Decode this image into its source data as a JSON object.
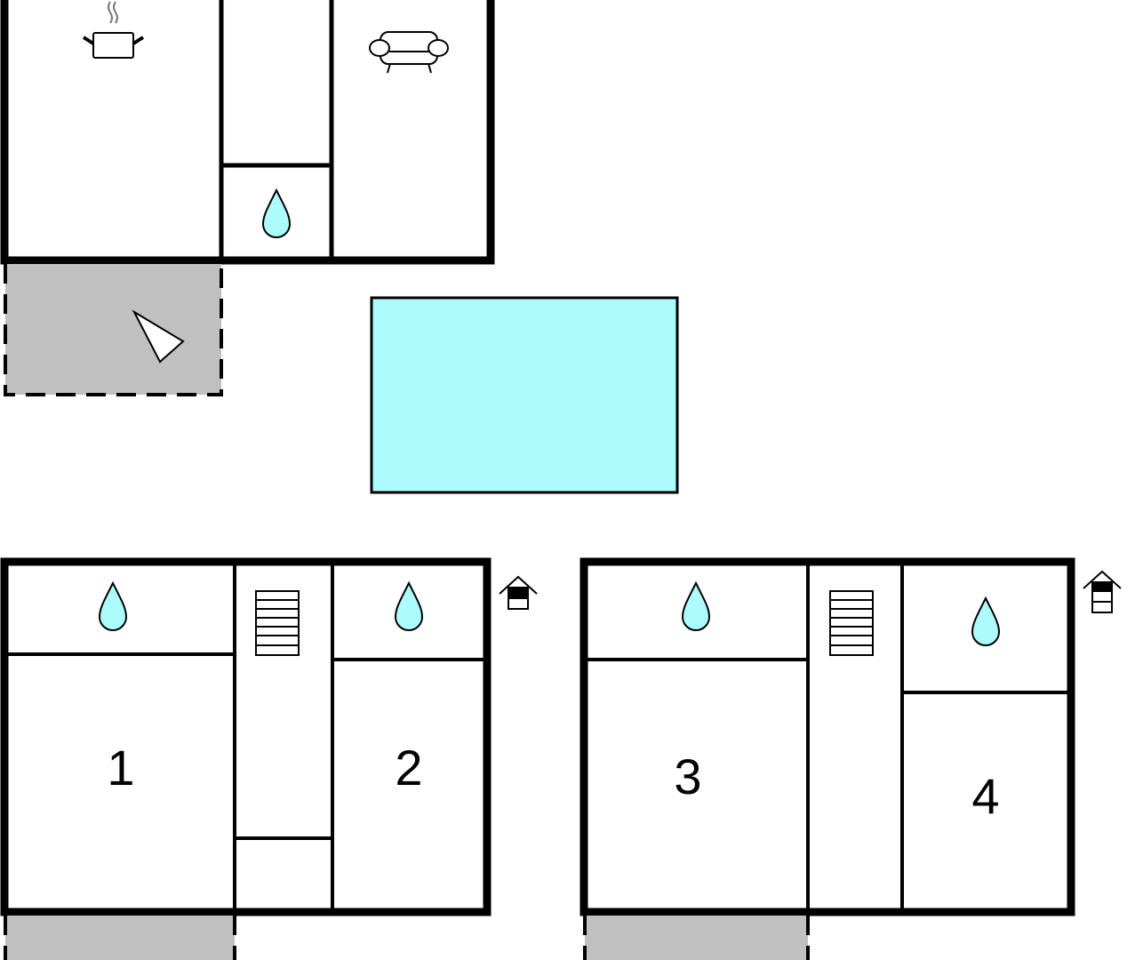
{
  "floor_plan": {
    "room_labels": [
      "1",
      "2",
      "3",
      "4"
    ],
    "icons": [
      "cooking-pot-icon",
      "sofa-icon",
      "water-drop-icon",
      "sun-direction-icon",
      "stairs-icon",
      "floor-level-icon"
    ],
    "colors": {
      "wall": "#000000",
      "pool": "#adfcfd",
      "terrace": "#c0c0c0",
      "water_drop": "#adfcfd"
    }
  }
}
